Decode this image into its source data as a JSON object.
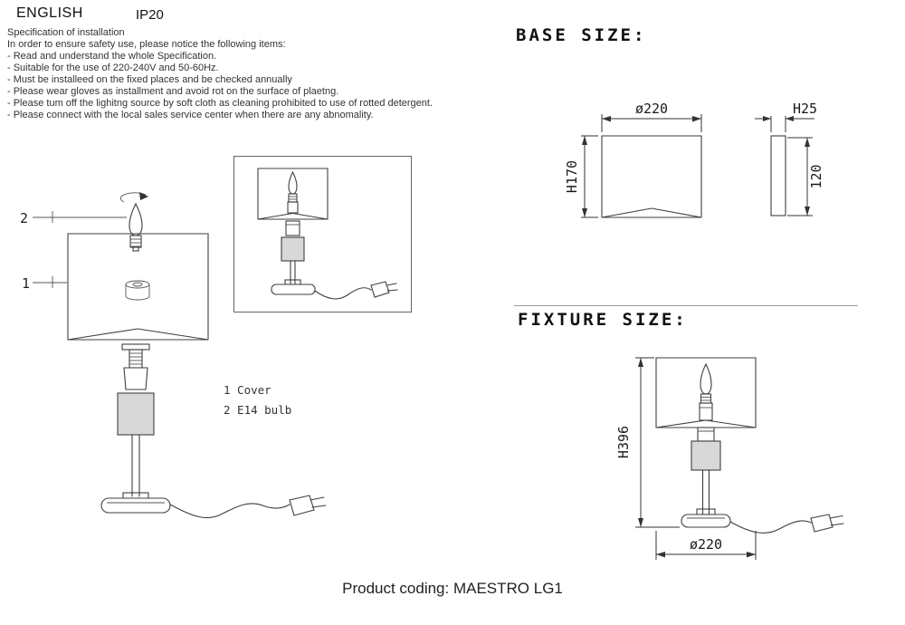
{
  "header": {
    "language": "ENGLISH",
    "ip_rating": "IP20"
  },
  "spec": {
    "title": "Specification of installation",
    "intro": "In order to ensure safety use, please notice the following items:",
    "items": [
      "- Read and understand the whole Specification.",
      "- Suitable for the use of 220-240V and 50-60Hz.",
      "- Must be installeed on the fixed places and be checked annually",
      "- Please wear gloves as installment and avoid rot on the surface of plaetng.",
      "- Please tum off the lighitng source by soft cloth as cleaning prohibited to use of rotted detergent.",
      "- Please connect with the local sales service center when there are any abnomality."
    ]
  },
  "assembly": {
    "part_labels": {
      "shade": "1",
      "bulb": "2"
    },
    "legend": {
      "line1": "1 Cover",
      "line2": "2 E14 bulb"
    }
  },
  "base_size": {
    "title": "BASE SIZE:",
    "diameter": "ø220",
    "front_height": "H170",
    "side_thickness": "H25",
    "side_height": "120"
  },
  "fixture_size": {
    "title": "FIXTURE SIZE:",
    "height": "H396",
    "base_diameter": "ø220"
  },
  "footer": {
    "product_coding": "Product coding: MAESTRO LG1"
  }
}
